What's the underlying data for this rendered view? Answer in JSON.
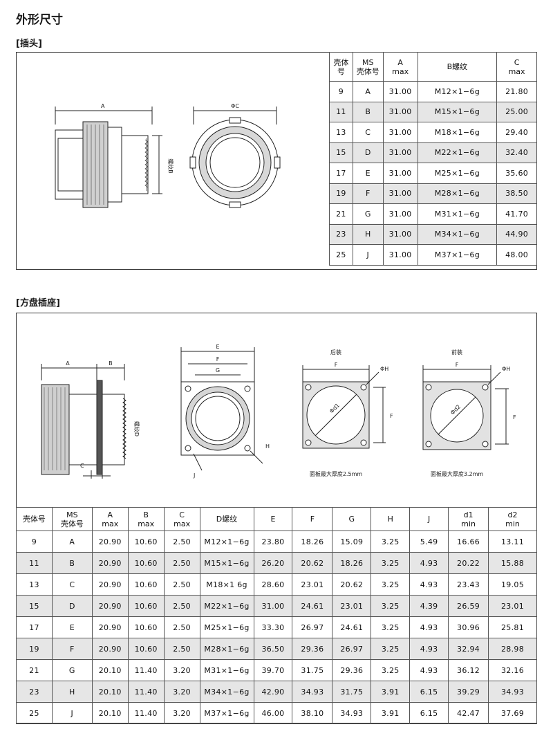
{
  "page_title": "外形尺寸",
  "plug": {
    "section_label": "[插头]",
    "drawing_labels": {
      "a": "A",
      "phi_c": "ΦC",
      "thread_b": "螺纹B"
    },
    "headers": [
      [
        "壳体",
        "号"
      ],
      [
        "MS",
        "壳体号"
      ],
      [
        "A",
        "max"
      ],
      [
        "B螺纹",
        ""
      ],
      [
        "C",
        "max"
      ]
    ],
    "rows": [
      [
        "9",
        "A",
        "31.00",
        "M12×1−6g",
        "21.80"
      ],
      [
        "11",
        "B",
        "31.00",
        "M15×1−6g",
        "25.00"
      ],
      [
        "13",
        "C",
        "31.00",
        "M18×1−6g",
        "29.40"
      ],
      [
        "15",
        "D",
        "31.00",
        "M22×1−6g",
        "32.40"
      ],
      [
        "17",
        "E",
        "31.00",
        "M25×1−6g",
        "35.60"
      ],
      [
        "19",
        "F",
        "31.00",
        "M28×1−6g",
        "38.50"
      ],
      [
        "21",
        "G",
        "31.00",
        "M31×1−6g",
        "41.70"
      ],
      [
        "23",
        "H",
        "31.00",
        "M34×1−6g",
        "44.90"
      ],
      [
        "25",
        "J",
        "31.00",
        "M37×1−6g",
        "48.00"
      ]
    ]
  },
  "socket": {
    "section_label": "[方盘插座]",
    "drawing_labels": {
      "a": "A",
      "b": "B",
      "c": "C",
      "thread_d": "螺纹D",
      "e": "E",
      "f": "F",
      "g": "G",
      "h": "H",
      "j": "J",
      "rear_mount": "后装",
      "front_mount": "前装",
      "phi_h": "ΦH",
      "phi_d1": "Φd1",
      "phi_d2": "Φd2",
      "rear_note": "面板最大厚度2.5mm",
      "front_note": "面板最大厚度3.2mm"
    },
    "headers": [
      [
        "壳体号",
        ""
      ],
      [
        "MS",
        "壳体号"
      ],
      [
        "A",
        "max"
      ],
      [
        "B",
        "max"
      ],
      [
        "C",
        "max"
      ],
      [
        "D螺纹",
        ""
      ],
      [
        "E",
        ""
      ],
      [
        "F",
        ""
      ],
      [
        "G",
        ""
      ],
      [
        "H",
        ""
      ],
      [
        "J",
        ""
      ],
      [
        "d1",
        "min"
      ],
      [
        "d2",
        "min"
      ]
    ],
    "rows": [
      [
        "9",
        "A",
        "20.90",
        "10.60",
        "2.50",
        "M12×1−6g",
        "23.80",
        "18.26",
        "15.09",
        "3.25",
        "5.49",
        "16.66",
        "13.11"
      ],
      [
        "11",
        "B",
        "20.90",
        "10.60",
        "2.50",
        "M15×1−6g",
        "26.20",
        "20.62",
        "18.26",
        "3.25",
        "4.93",
        "20.22",
        "15.88"
      ],
      [
        "13",
        "C",
        "20.90",
        "10.60",
        "2.50",
        "M18×1 6g",
        "28.60",
        "23.01",
        "20.62",
        "3.25",
        "4.93",
        "23.43",
        "19.05"
      ],
      [
        "15",
        "D",
        "20.90",
        "10.60",
        "2.50",
        "M22×1−6g",
        "31.00",
        "24.61",
        "23.01",
        "3.25",
        "4.39",
        "26.59",
        "23.01"
      ],
      [
        "17",
        "E",
        "20.90",
        "10.60",
        "2.50",
        "M25×1−6g",
        "33.30",
        "26.97",
        "24.61",
        "3.25",
        "4.93",
        "30.96",
        "25.81"
      ],
      [
        "19",
        "F",
        "20.90",
        "10.60",
        "2.50",
        "M28×1−6g",
        "36.50",
        "29.36",
        "26.97",
        "3.25",
        "4.93",
        "32.94",
        "28.98"
      ],
      [
        "21",
        "G",
        "20.10",
        "11.40",
        "3.20",
        "M31×1−6g",
        "39.70",
        "31.75",
        "29.36",
        "3.25",
        "4.93",
        "36.12",
        "32.16"
      ],
      [
        "23",
        "H",
        "20.10",
        "11.40",
        "3.20",
        "M34×1−6g",
        "42.90",
        "34.93",
        "31.75",
        "3.91",
        "6.15",
        "39.29",
        "34.93"
      ],
      [
        "25",
        "J",
        "20.10",
        "11.40",
        "3.20",
        "M37×1−6g",
        "46.00",
        "38.10",
        "34.93",
        "3.91",
        "6.15",
        "42.47",
        "37.69"
      ]
    ]
  }
}
